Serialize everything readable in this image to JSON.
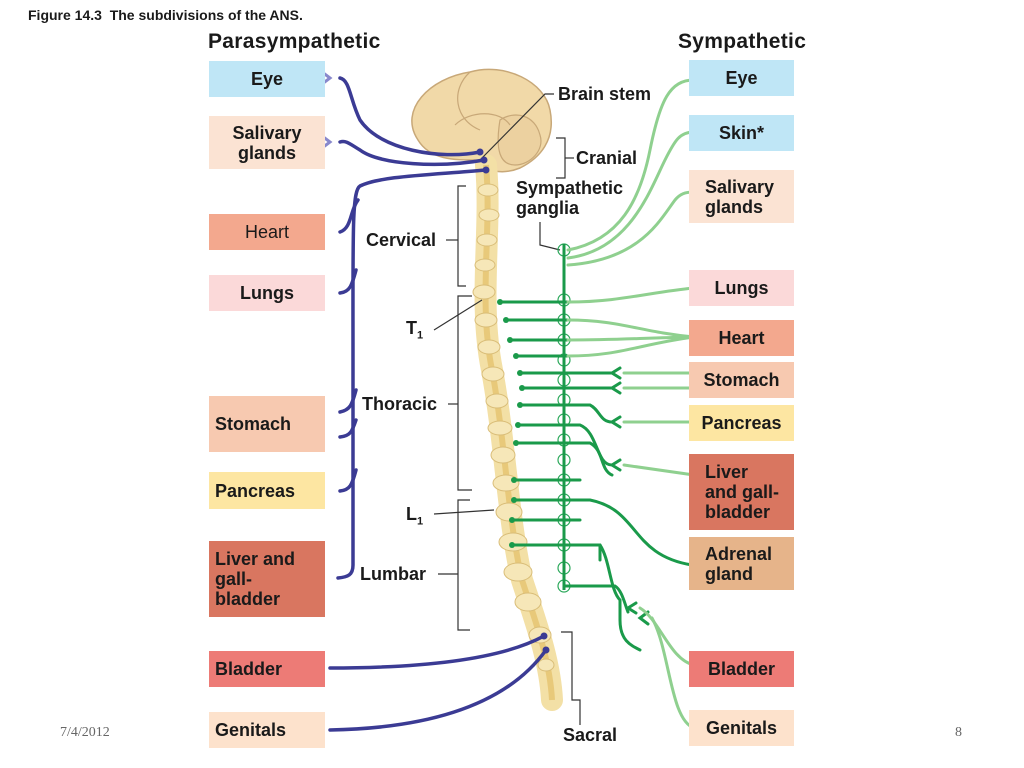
{
  "figure": {
    "caption": "Figure 14.3  The subdivisions of the ANS."
  },
  "columns": {
    "left_title": "Parasympathetic",
    "right_title": "Sympathetic"
  },
  "parasympathetic": [
    {
      "label": "Eye",
      "color": "#bfe6f6"
    },
    {
      "label": "Salivary\nglands",
      "color": "#fbe3d3"
    },
    {
      "label": "Heart",
      "color": "#f3a88e"
    },
    {
      "label": "Lungs",
      "color": "#fbd9d9"
    },
    {
      "label": "Stomach",
      "color": "#f7c9b0"
    },
    {
      "label": "Pancreas",
      "color": "#fde6a2"
    },
    {
      "label": "Liver and\ngall-\nbladder",
      "color": "#d97660"
    },
    {
      "label": "Bladder",
      "color": "#ed7b76"
    },
    {
      "label": "Genitals",
      "color": "#fde2cc"
    }
  ],
  "sympathetic": [
    {
      "label": "Eye",
      "color": "#bfe6f6"
    },
    {
      "label": "Skin*",
      "color": "#bfe6f6"
    },
    {
      "label": "Salivary\nglands",
      "color": "#fbe3d3"
    },
    {
      "label": "Lungs",
      "color": "#fbd9d9"
    },
    {
      "label": "Heart",
      "color": "#f3a88e"
    },
    {
      "label": "Stomach",
      "color": "#f7c9b0"
    },
    {
      "label": "Pancreas",
      "color": "#fde6a2"
    },
    {
      "label": "Liver\nand gall-\nbladder",
      "color": "#d97660"
    },
    {
      "label": "Adrenal\ngland",
      "color": "#e6b48a"
    },
    {
      "label": "Bladder",
      "color": "#ed7b76"
    },
    {
      "label": "Genitals",
      "color": "#fde2cc"
    }
  ],
  "labels": {
    "brain_stem": "Brain stem",
    "cranial": "Cranial",
    "sympathetic_ganglia": "Sympathetic\nganglia",
    "cervical": "Cervical",
    "t1": "T",
    "t1_sub": "1",
    "thoracic": "Thoracic",
    "l1": "L",
    "l1_sub": "1",
    "lumbar": "Lumbar",
    "sacral": "Sacral"
  },
  "footer": {
    "date": "7/4/2012",
    "page": "8"
  },
  "colors": {
    "parasympathetic_nerve": "#3b3b94",
    "sympathetic_preganglionic": "#1a9a4a",
    "sympathetic_postganglionic": "#8fd08f",
    "spine": "#f3e0a6",
    "brain": "#f1d9a8"
  }
}
